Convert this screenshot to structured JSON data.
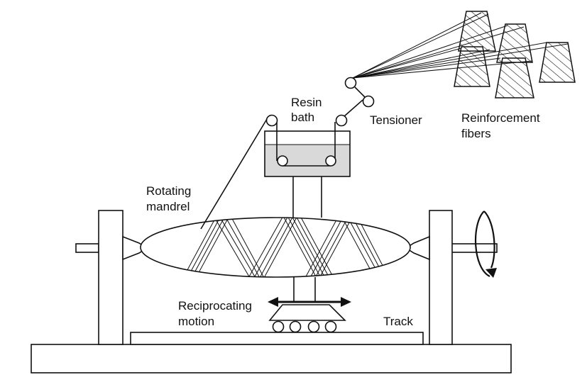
{
  "labels": {
    "resin_bath_line1": "Resin",
    "resin_bath_line2": "bath",
    "tensioner": "Tensioner",
    "reinforcement_line1": "Reinforcement",
    "reinforcement_line2": "fibers",
    "rotating_line1": "Rotating",
    "rotating_line2": "mandrel",
    "reciprocating_line1": "Reciprocating",
    "reciprocating_line2": "motion",
    "track": "Track"
  },
  "colors": {
    "line": "#111111",
    "resin": "#d9d9d9",
    "background": "#ffffff"
  }
}
